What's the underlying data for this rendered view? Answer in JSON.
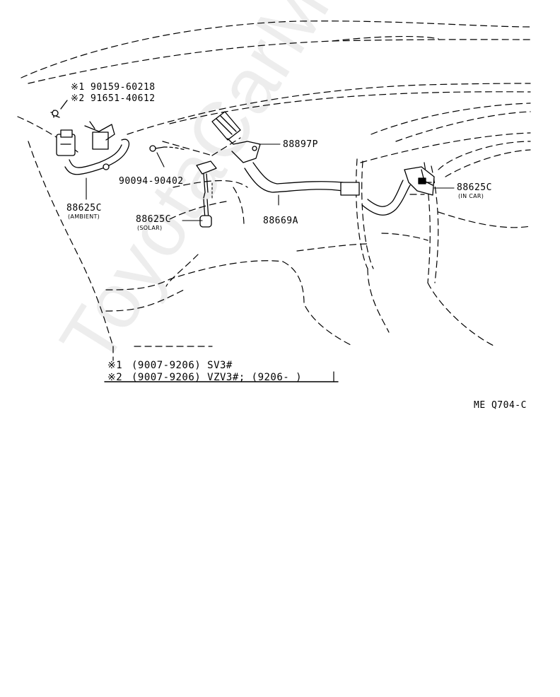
{
  "watermark": "ToyotaCarMine.ru",
  "drawing_code": "ME Q704-C",
  "parts": {
    "p1_mark": "※1",
    "p1_number": "90159-60218",
    "p2_mark": "※2",
    "p2_number": "91651-40612",
    "screw": "90094-90402",
    "aspirator": "88897P",
    "hose": "88669A",
    "sensor_ambient": "88625C",
    "sensor_ambient_sub": "(AMBIENT)",
    "sensor_solar": "88625C",
    "sensor_solar_sub": "(SOLAR)",
    "sensor_incar": "88625C",
    "sensor_incar_sub": "(IN CAR)"
  },
  "notes": {
    "note1_mark": "※1",
    "note1_text": "(9007-9206) SV3#",
    "note2_mark": "※2",
    "note2_text": "(9007-9206) VZV3#; (9206-          )"
  }
}
